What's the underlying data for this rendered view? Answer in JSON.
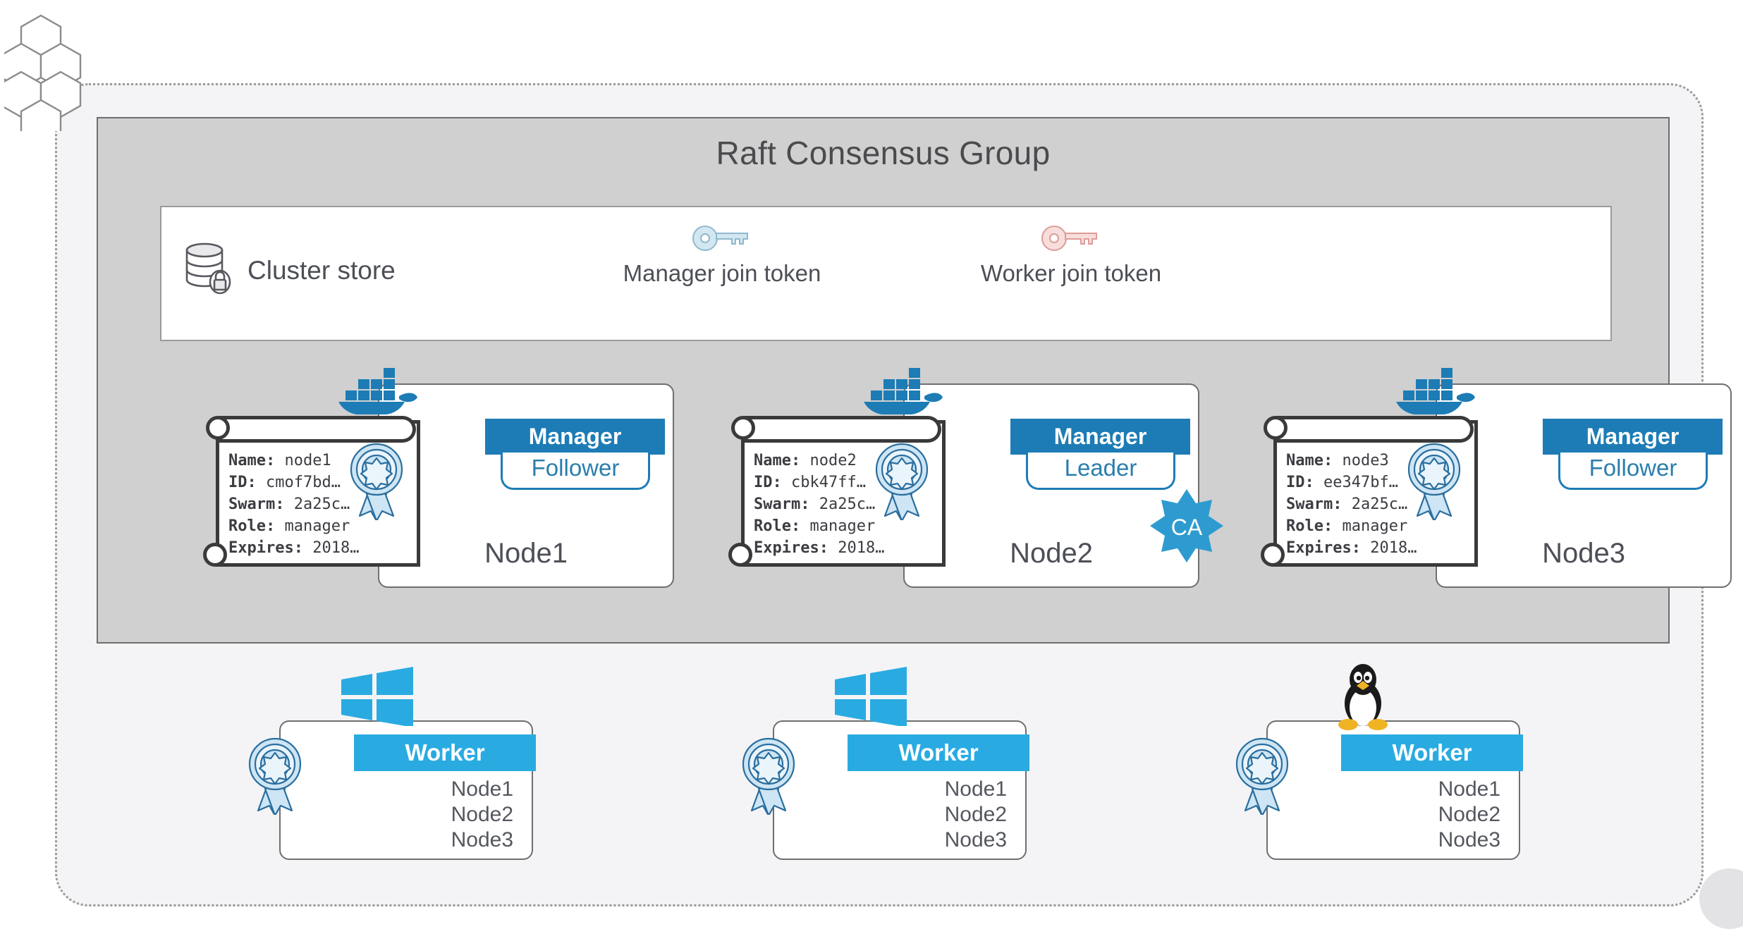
{
  "canvas": {
    "logo_icon": "honeycomb-logo"
  },
  "raft_group": {
    "title": "Raft Consensus Group",
    "token_bar": {
      "cluster_store": {
        "label": "Cluster store",
        "icon": "database-lock-icon"
      },
      "tokens": [
        {
          "label": "Manager join token",
          "icon": "key-icon",
          "color": "#bcd9e8"
        },
        {
          "label": "Worker join token",
          "icon": "key-icon",
          "color": "#f0b9b6"
        }
      ]
    },
    "manager_nodes": [
      {
        "name": "Node1",
        "role_banner": "Manager",
        "raft_state": "Follower",
        "os_icon": "docker-whale-icon",
        "has_ca": false,
        "certificate": {
          "seal_icon": "ribbon-seal-icon",
          "fields": [
            {
              "key": "Name:",
              "value": "node1"
            },
            {
              "key": "ID:",
              "value": "cmof7bd…"
            },
            {
              "key": "Swarm:",
              "value": "2a25c…"
            },
            {
              "key": "Role:",
              "value": "manager"
            },
            {
              "key": "Expires:",
              "value": "2018…"
            }
          ]
        }
      },
      {
        "name": "Node2",
        "role_banner": "Manager",
        "raft_state": "Leader",
        "os_icon": "docker-whale-icon",
        "has_ca": true,
        "ca_label": "CA",
        "certificate": {
          "seal_icon": "ribbon-seal-icon",
          "fields": [
            {
              "key": "Name:",
              "value": "node2"
            },
            {
              "key": "ID:",
              "value": "cbk47ff…"
            },
            {
              "key": "Swarm:",
              "value": "2a25c…"
            },
            {
              "key": "Role:",
              "value": "manager"
            },
            {
              "key": "Expires:",
              "value": "2018…"
            }
          ]
        }
      },
      {
        "name": "Node3",
        "role_banner": "Manager",
        "raft_state": "Follower",
        "os_icon": "docker-whale-icon",
        "has_ca": false,
        "certificate": {
          "seal_icon": "ribbon-seal-icon",
          "fields": [
            {
              "key": "Name:",
              "value": "node3"
            },
            {
              "key": "ID:",
              "value": "ee347bf…"
            },
            {
              "key": "Swarm:",
              "value": "2a25c…"
            },
            {
              "key": "Role:",
              "value": "manager"
            },
            {
              "key": "Expires:",
              "value": "2018…"
            }
          ]
        }
      }
    ]
  },
  "worker_nodes": [
    {
      "banner": "Worker",
      "os_icon": "windows-logo-icon",
      "seal_icon": "ribbon-seal-icon",
      "nodes": [
        "Node1",
        "Node2",
        "Node3"
      ]
    },
    {
      "banner": "Worker",
      "os_icon": "windows-logo-icon",
      "seal_icon": "ribbon-seal-icon",
      "nodes": [
        "Node1",
        "Node2",
        "Node3"
      ]
    },
    {
      "banner": "Worker",
      "os_icon": "linux-penguin-icon",
      "seal_icon": "ribbon-seal-icon",
      "nodes": [
        "Node1",
        "Node2",
        "Node3"
      ]
    }
  ],
  "colors": {
    "manager_blue": "#1d7cb5",
    "worker_blue": "#29abe2",
    "ca_blue": "#2e9bd0",
    "raft_box_gray": "#d0d0d0",
    "canvas_gray": "#f4f4f6"
  }
}
